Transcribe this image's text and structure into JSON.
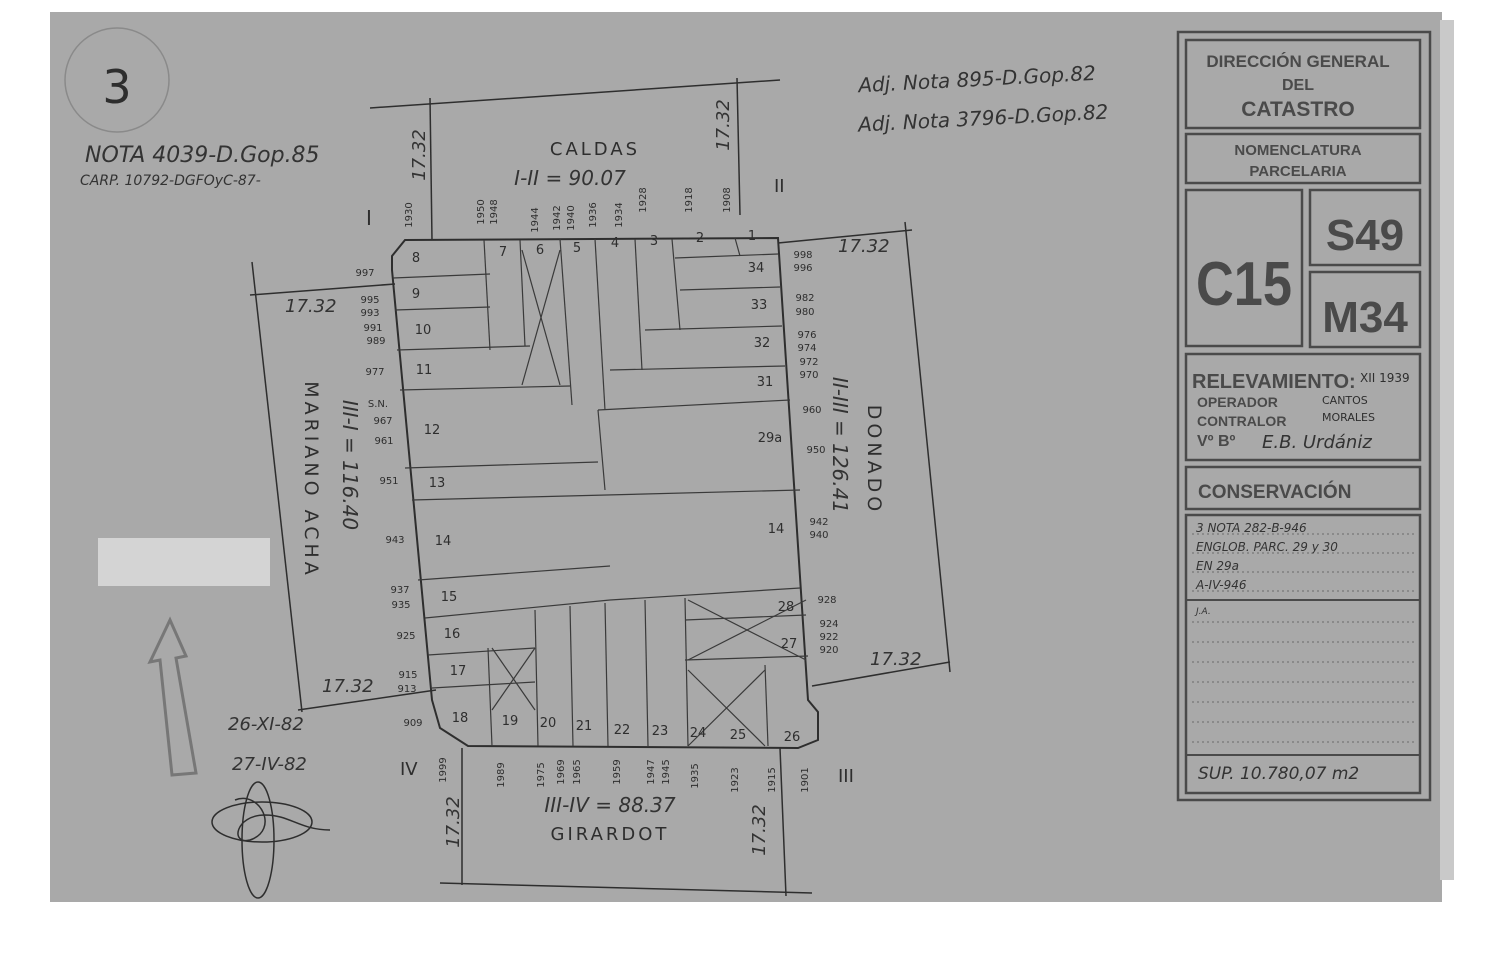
{
  "sheet_number": "3",
  "notes_top_left": {
    "nota": "NOTA 4039-D.Gop.85",
    "carp": "CARP. 10792-DGFOyC-87-"
  },
  "notes_top_right": [
    "Adj. Nota 895-D.Gop.82",
    "Adj. Nota 3796-D.Gop.82"
  ],
  "streets": {
    "top": {
      "name": "CALDAS",
      "side": "I-II = 90.07"
    },
    "left": {
      "name": "MARIANO ACHA",
      "side": "III-I = 116.40"
    },
    "right": {
      "name": "DONADO",
      "side": "II-III = 126.41"
    },
    "bottom": {
      "name": "GIRARDOT",
      "side": "III-IV = 88.37"
    }
  },
  "corners": {
    "I": "I",
    "II": "II",
    "III": "III",
    "IV": "IV"
  },
  "chamfer_dimension": "17.32",
  "lots": [
    "1",
    "2",
    "3",
    "4",
    "5",
    "6",
    "7",
    "8",
    "9",
    "10",
    "11",
    "12",
    "13",
    "14",
    "15",
    "16",
    "17",
    "18",
    "19",
    "20",
    "21",
    "22",
    "23",
    "24",
    "25",
    "26",
    "27",
    "28",
    "14",
    "29a",
    "31",
    "32",
    "33",
    "34"
  ],
  "house_numbers": {
    "top": [
      "1930",
      "1950",
      "1948",
      "1944",
      "1942",
      "1940",
      "1936",
      "1934",
      "1928",
      "1918",
      "1908"
    ],
    "left": [
      "997",
      "995",
      "993",
      "991",
      "989",
      "977",
      "S.N.",
      "967",
      "961",
      "951",
      "943",
      "937",
      "935",
      "925",
      "915",
      "913",
      "909"
    ],
    "right": [
      "998",
      "996",
      "982",
      "980",
      "976",
      "974",
      "972",
      "970",
      "960",
      "950",
      "942",
      "940",
      "928",
      "924",
      "922",
      "920"
    ],
    "bottom": [
      "1999",
      "1989",
      "1975",
      "1969",
      "1965",
      "1959",
      "1947",
      "1945",
      "1935",
      "1923",
      "1915",
      "1901"
    ]
  },
  "dates_bottom_left": [
    "26-XI-82",
    "27-IV-82"
  ],
  "title_block": {
    "agency": [
      "DIRECCIÓN GENERAL",
      "DEL",
      "CATASTRO"
    ],
    "nomenclature": [
      "NOMENCLATURA",
      "PARCELARIA"
    ],
    "circunscripcion": "C15",
    "seccion": "S49",
    "manzana": "M34",
    "relevamiento_label": "RELEVAMIENTO:",
    "relevamiento_value": "XII 1939",
    "operador_label": "OPERADOR",
    "operador_value": "CANTOS",
    "contralor_label": "CONTRALOR",
    "contralor_value": "MORALES",
    "vb_label": "Vº Bº",
    "vb_value": "E.B. Urdániz",
    "conservacion": "CONSERVACIÓN",
    "conservation_notes": [
      "3 NOTA 282-B-946",
      "ENGLOB. PARC. 29 y 30",
      "EN 29a",
      "A-IV-946",
      "J.A."
    ],
    "superficie": "SUP. 10.780,07 m2"
  },
  "colors": {
    "paper": "#a9a9a9",
    "ink": "#2e2e2e",
    "stamp": "#4a4a4a"
  }
}
